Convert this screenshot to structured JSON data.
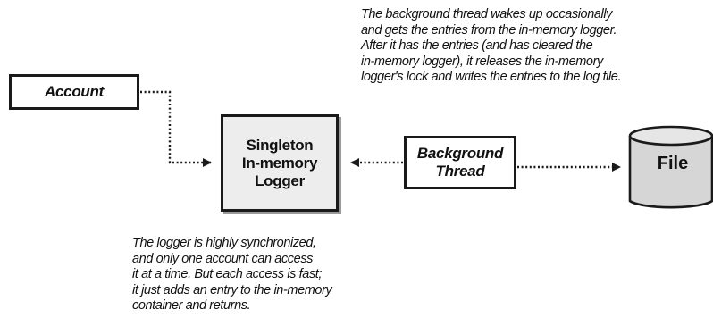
{
  "nodes": {
    "account": {
      "label": "Account"
    },
    "logger": {
      "lines": [
        "Singleton",
        "In-memory",
        "Logger"
      ]
    },
    "thread": {
      "lines": [
        "Background",
        "Thread"
      ]
    },
    "file": {
      "label": "File"
    }
  },
  "notes": {
    "background_thread": [
      "The background thread wakes up occasionally",
      "and gets the entries from the in-memory logger.",
      "After it has the entries (and has cleared the",
      "in-memory logger), it releases the in-memory",
      "logger's lock and writes the entries to the log file."
    ],
    "logger": [
      "The logger is highly synchronized,",
      "and only one account can access",
      "it at a time. But each access is fast;",
      "it just adds an entry to the in-memory",
      "container and returns."
    ]
  },
  "colors": {
    "stroke": "#1a1a1a",
    "logger_fill": "#ededed",
    "file_fill": "#d6d6d6",
    "shadow": "#9a9a9a"
  }
}
